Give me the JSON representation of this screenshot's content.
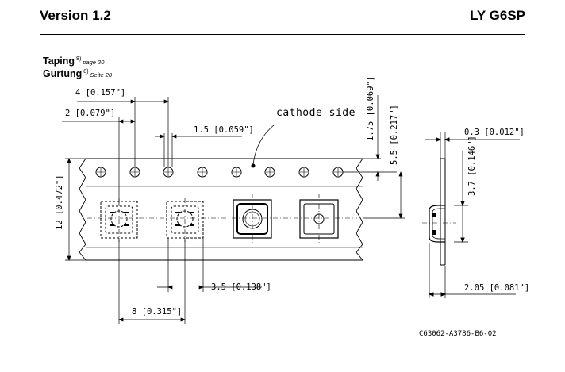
{
  "header": {
    "version": "Version 1.2",
    "part": "LY G6SP"
  },
  "section": {
    "title_en": "Taping",
    "title_de": "Gurtung",
    "footnote": "8)",
    "ref_en": "page 20",
    "ref_de": "Seite 20"
  },
  "diagram": {
    "callout": "cathode side",
    "dims": {
      "hole_pitch": "4 [0.157\"]",
      "hole_to_pocket": "2 [0.079\"]",
      "hole_dia": "1.5 [0.059\"]",
      "edge_to_holes": "1.75 [0.069\"]",
      "holes_to_center": "5.5 [0.217\"]",
      "tape_width": "12 [0.472\"]",
      "pocket_width": "3.5 [0.138\"]",
      "pocket_pitch": "8 [0.315\"]",
      "cover_thickness": "0.3 [0.012\"]",
      "pocket_height": "3.7 [0.146\"]",
      "total_depth": "2.05 [0.081\"]"
    },
    "drawing_id": "C63062-A3786-B6-02"
  }
}
